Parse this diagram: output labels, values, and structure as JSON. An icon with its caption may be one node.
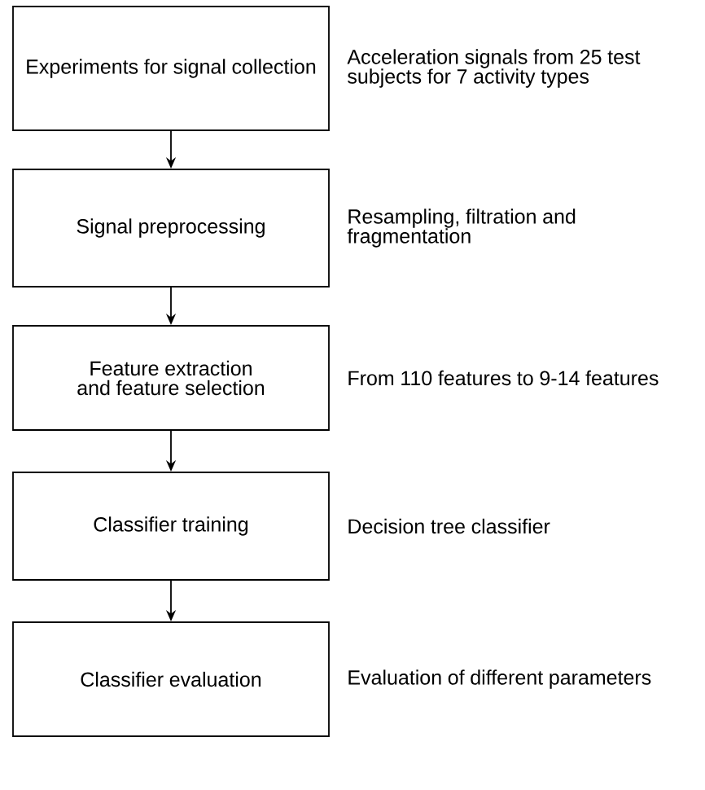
{
  "diagram": {
    "nodes": [
      {
        "text": [
          "Experiments for signal collection"
        ],
        "beside": [
          "Acceleration signals from 25 test subjects for 7 activity types"
        ]
      },
      {
        "text": [
          "Signal preprocessing"
        ],
        "beside": [
          "Resampling, filtration and fragmentation"
        ]
      },
      {
        "text": [
          "Feature extraction and feature selection"
        ],
        "beside": [
          "From 110 features to 9-14 features"
        ]
      },
      {
        "text": [
          "Classifier training"
        ],
        "beside": [
          "Decision tree classifier"
        ]
      },
      {
        "text": [
          "Classifier evaluation"
        ],
        "beside": [
          "Evaluation of different parameters"
        ]
      }
    ],
    "edges": [
      {
        "from": 0,
        "to": 1,
        "arrow": "to"
      },
      {
        "from": 1,
        "to": 2,
        "arrow": "to"
      },
      {
        "from": 2,
        "to": 3,
        "arrow": "to"
      },
      {
        "from": 3,
        "to": 4,
        "arrow": "to"
      }
    ]
  }
}
